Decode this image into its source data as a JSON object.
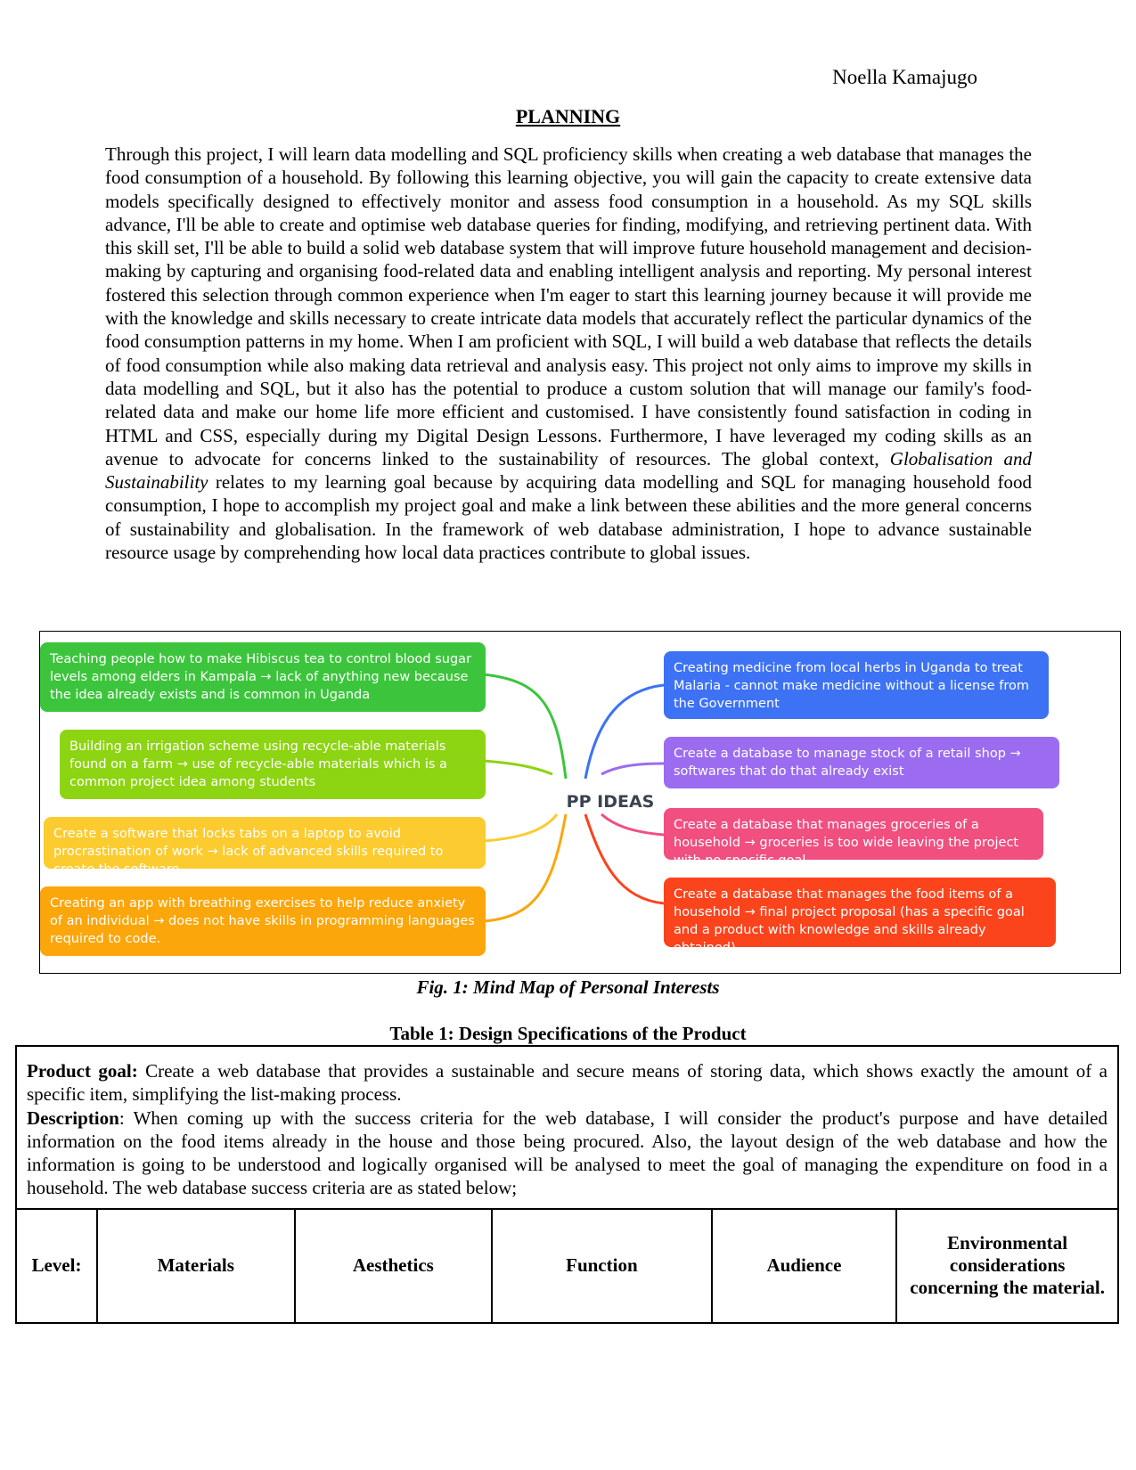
{
  "author": "Noella Kamajugo",
  "heading": "PLANNING",
  "intro": {
    "before_italic": "Through this project, I will learn  data modelling and SQL proficiency skills when creating a web database that manages the food consumption of a household. By following this learning objective, you will gain the capacity to create extensive data models specifically designed to effectively monitor and assess food consumption in a household. As my SQL skills advance, I'll be able to create and optimise web database queries for finding, modifying, and retrieving pertinent data. With this skill set, I'll be able to build a solid web database system that will improve future household management and decision-making by capturing and organising food-related data and enabling intelligent analysis and reporting. My personal  interest fostered this selection through common experience when I'm eager to start this learning journey because it will provide me with the knowledge and skills necessary to create intricate data models that accurately reflect the particular dynamics of the food consumption patterns in my home. When I am proficient with SQL, I will build a web database that reflects the details of food consumption while also making data retrieval and analysis easy. This project not only aims to improve my skills in data modelling and SQL, but it also has the potential to produce a custom solution that will manage our family's food-related data and make our home life more efficient and customised. I have consistently found satisfaction in coding in HTML and CSS, especially during my Digital Design Lessons. Furthermore, I have leveraged my coding skills as an avenue to advocate for concerns linked to the sustainability of resources. The global context, ",
    "italic": "Globalisation and Sustainability",
    "after_italic": " relates to my learning goal because by acquiring data modelling and SQL for managing household food consumption, I hope to accomplish my project goal and make a link between these abilities and the more general concerns of sustainability and globalisation. In the framework of web database administration, I hope to advance sustainable resource usage by comprehending how local data practices contribute to global issues."
  },
  "mindmap": {
    "center": "PP IDEAS",
    "left_nodes": [
      {
        "text": "Teaching people how to make Hibiscus tea to control blood sugar levels among elders in Kampala →  lack of anything new because the idea already exists and is common in Uganda",
        "color": "#3cc53c"
      },
      {
        "text": "Building an irrigation scheme using recycle-able materials found on a farm → use of recycle-able materials which is a common project idea among students",
        "color": "#8dd412"
      },
      {
        "text": "Create a software that locks tabs on a laptop to avoid procrastination of work → lack of advanced skills required to create the software",
        "color": "#fccb2f"
      },
      {
        "text": "Creating an app with breathing exercises to help reduce anxiety of an individual →  does not have skills in programming languages required to code.",
        "color": "#fba60b"
      }
    ],
    "right_nodes": [
      {
        "text": "Creating medicine from local herbs in Uganda to treat Malaria - cannot make medicine without a license from the Government",
        "color": "#3d72f5"
      },
      {
        "text": "Create a database to manage stock of a retail shop → softwares that do that already exist",
        "color": "#9b6cf0"
      },
      {
        "text": "Create a database that manages groceries of a household → groceries is too wide leaving the project with no specific goal",
        "color": "#f04f80"
      },
      {
        "text": "Create a database that manages the food items of a household →  final project proposal (has a specific goal and a product with knowledge and skills already obtained)",
        "color": "#fb431c"
      }
    ]
  },
  "figure_caption": "Fig. 1: Mind Map of Personal Interests",
  "table_caption": "Table 1: Design Specifications of the Product",
  "table": {
    "goal_label": "Product goal:",
    "goal_text": " Create a web database that provides a sustainable and secure means of storing data, which shows exactly the amount of a specific item, simplifying the list-making process.",
    "description_label": "Description",
    "description_text": ": When coming up with the success criteria for the web database, I  will consider the product's purpose and have detailed information on the food items already in the house and those being procured.  Also, the layout design of the web database and how the information is going to be understood and logically organised will be analysed to meet the goal of managing the expenditure on food in a household. The web database success criteria are as stated below;",
    "headers": [
      "Level:",
      "Materials",
      "Aesthetics",
      "Function",
      "Audience",
      "Environmental considerations concerning the material."
    ]
  }
}
